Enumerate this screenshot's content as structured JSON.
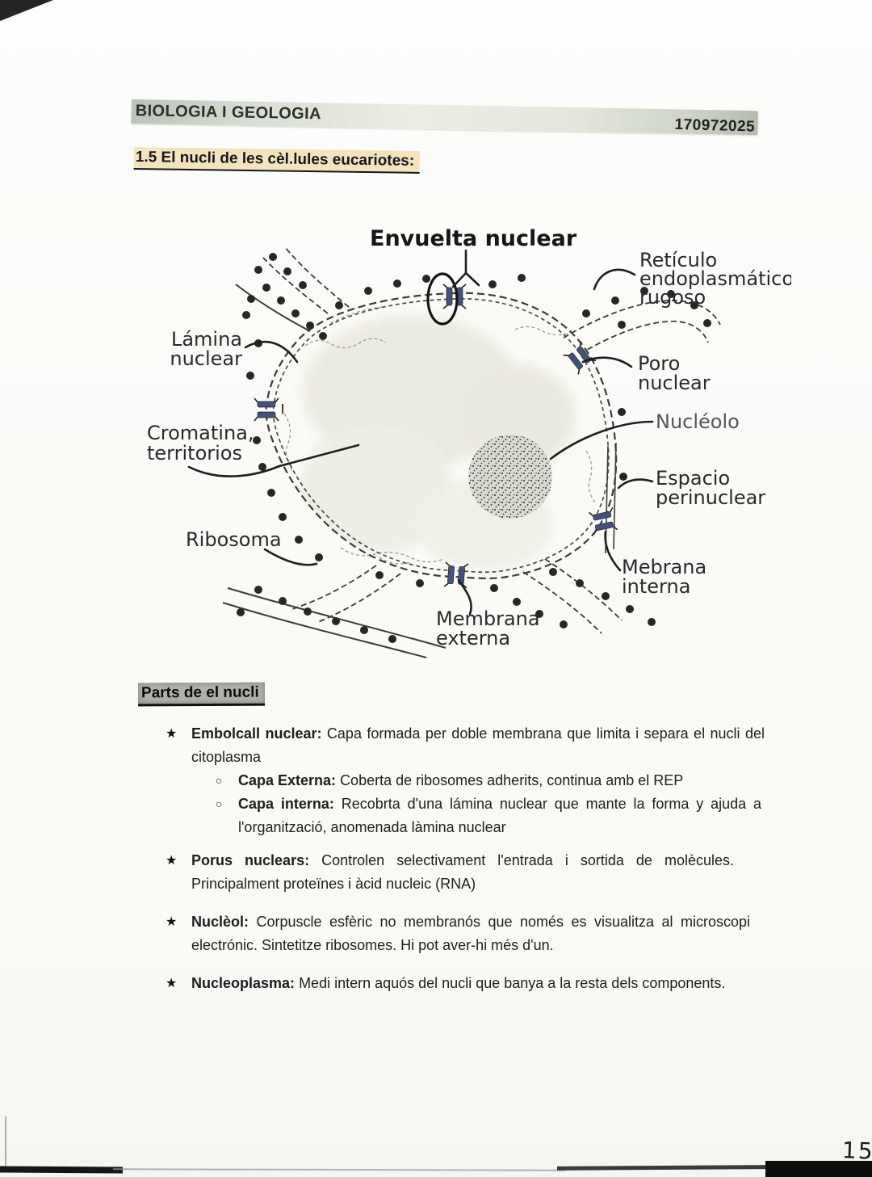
{
  "header": {
    "course_label": "BIOLOGIA I GEOLOGIA",
    "code_number": "170972025",
    "section_title": "1.5 El nucli de les cèl.lules eucariotes:"
  },
  "diagram": {
    "labels": {
      "envuelta": "Envuelta nuclear",
      "reticulo": [
        "Retículo",
        "endoplasmático",
        "rugoso"
      ],
      "lamina": [
        "Lámina",
        "nuclear"
      ],
      "poro": [
        "Poro",
        "nuclear"
      ],
      "cromatina": [
        "Cromatina,",
        "territorios"
      ],
      "nucleolo": "Nucléolo",
      "espacio": [
        "Espacio",
        "perinuclear"
      ],
      "ribosoma": "Ribosoma",
      "membrana_interna": [
        "Mebrana",
        "interna"
      ],
      "membrana_externa": [
        "Membrana",
        "externa"
      ]
    }
  },
  "notes": {
    "heading": "Parts de el nucli",
    "star_char": "★",
    "circle_char": "○",
    "items": [
      {
        "term": "Embolcall nuclear:",
        "text": "Capa formada per doble membrana que limita i separa el nucli del citoplasma",
        "subitems": [
          {
            "term": "Capa Externa:",
            "text": "Coberta de ribosomes adherits, continua amb el REP"
          },
          {
            "term": "Capa interna:",
            "text": "Recobrta d'una lámina nuclear que mante la forma y ajuda a l'organització, anomenada làmina nuclear"
          }
        ]
      },
      {
        "term": "Porus nuclears:",
        "text": "Controlen selectivament l'entrada i sortida de molècules. Principalment proteïnes i àcid nucleic (RNA)"
      },
      {
        "term": "Nuclèol:",
        "text": "Corpuscle esfèric no membranós que només es visualitza al microscopi electrónic. Sintetitze ribosomes. Hi pot aver-hi més d'un."
      },
      {
        "term": "Nucleoplasma:",
        "text": "Medi intern aquós del nucli que banya a la resta dels components."
      }
    ]
  },
  "footer": {
    "page_number": "15"
  },
  "colors": {
    "band_green": "#cfd5c9",
    "title_highlight": "#f3e4bd",
    "heading_highlight": "#aeb0ab",
    "pore_blue": "#44517a",
    "ink": "#2a2a28"
  }
}
